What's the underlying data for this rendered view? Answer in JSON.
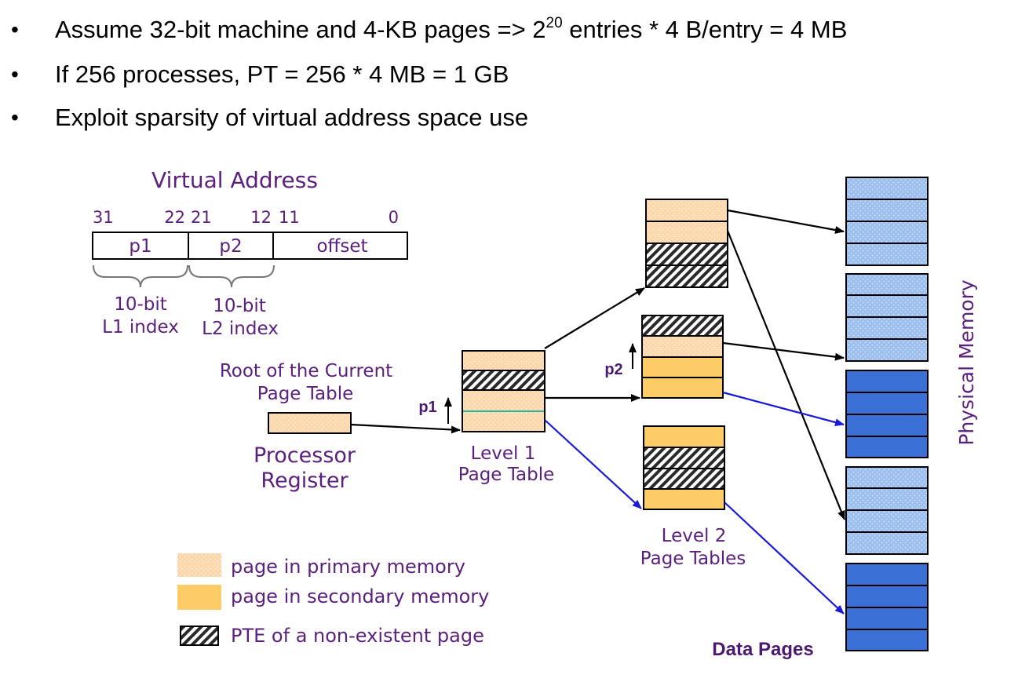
{
  "bullets": [
    {
      "marker": "•",
      "before": "Assume 32-bit machine and 4-KB pages => 2",
      "sup": "20",
      "after": " entries * 4 B/entry = 4 MB"
    },
    {
      "marker": "•",
      "text": "If 256 processes, PT = 256 * 4 MB = 1 GB"
    },
    {
      "marker": "•",
      "text": "Exploit sparsity of virtual address space use"
    }
  ],
  "virtual_address": {
    "title": "Virtual Address",
    "bits": {
      "b31": "31",
      "b22": "22",
      "b21": "21",
      "b12": "12",
      "b11": "11",
      "b0": "0"
    },
    "fields": {
      "p1": "p1",
      "p2": "p2",
      "offset": "offset"
    },
    "p1_note": [
      "10-bit",
      "L1 index"
    ],
    "p2_note": [
      "10-bit",
      "L2 index"
    ]
  },
  "root_label": [
    "Root of the Current",
    "Page Table"
  ],
  "register_label": [
    "Processor",
    "Register"
  ],
  "level1_label": [
    "Level 1",
    "Page Table"
  ],
  "level2_label": [
    "Level 2",
    "Page Tables"
  ],
  "index_labels": {
    "p1": "p1",
    "p2": "p2"
  },
  "physical_memory_label": "Physical Memory",
  "data_pages_label": "Data Pages",
  "legend": [
    {
      "key": "primary",
      "label": "page in primary memory"
    },
    {
      "key": "secondary",
      "label": "page in secondary memory"
    },
    {
      "key": "nonexistent",
      "label": "PTE of a non-existent page"
    }
  ],
  "colors": {
    "primary_fill": "#fcd7ab",
    "secondary_fill": "#fecc66",
    "light_blue": "#9dbfee",
    "dark_blue": "#3b70d6",
    "label_purple": "#5b1f7d",
    "blue_arrow": "#1a1adb"
  }
}
